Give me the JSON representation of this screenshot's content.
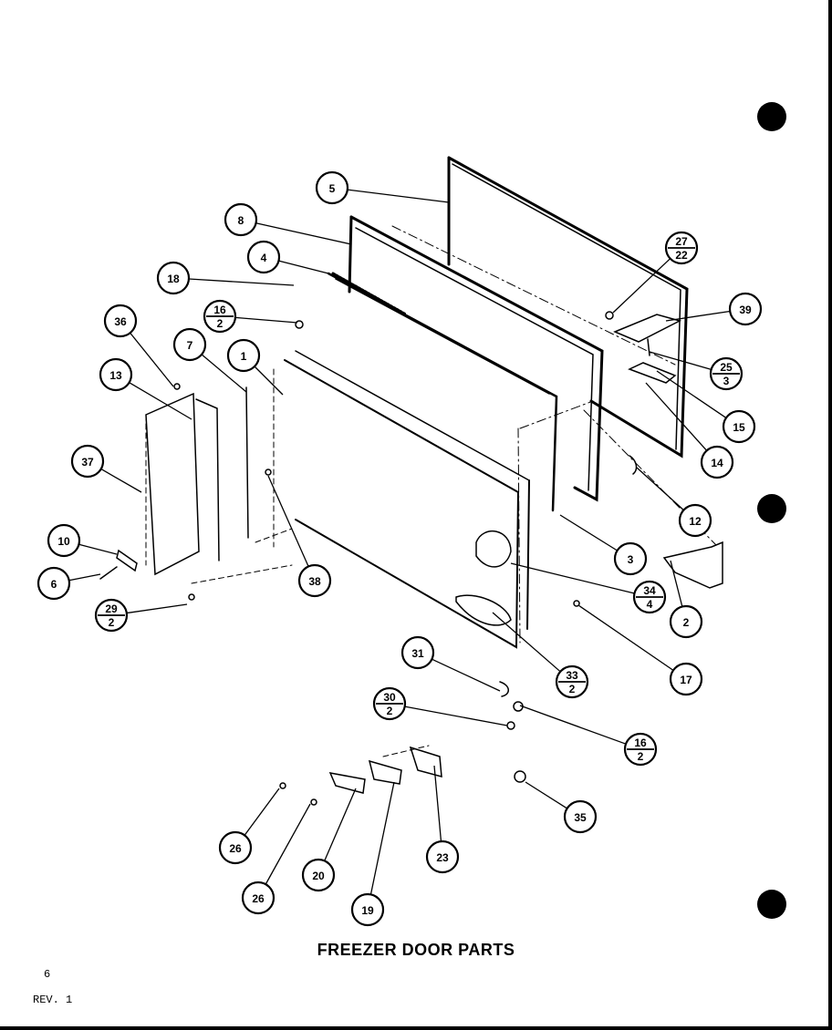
{
  "title": "FREEZER DOOR PARTS",
  "page_number": "6",
  "revision": "REV. 1",
  "callouts": [
    {
      "id": "5",
      "label": "5"
    },
    {
      "id": "8a",
      "label": "8"
    },
    {
      "id": "4",
      "label": "4"
    },
    {
      "id": "18",
      "label": "18"
    },
    {
      "id": "16a",
      "label": "16",
      "qty": "2"
    },
    {
      "id": "36",
      "label": "36"
    },
    {
      "id": "7",
      "label": "7"
    },
    {
      "id": "1",
      "label": "1"
    },
    {
      "id": "13",
      "label": "13"
    },
    {
      "id": "37",
      "label": "37"
    },
    {
      "id": "10",
      "label": "10"
    },
    {
      "id": "6",
      "label": "6"
    },
    {
      "id": "29",
      "label": "29",
      "qty": "2"
    },
    {
      "id": "38",
      "label": "38"
    },
    {
      "id": "27",
      "label": "27",
      "qty": "22"
    },
    {
      "id": "39",
      "label": "39"
    },
    {
      "id": "25",
      "label": "25",
      "qty": "3"
    },
    {
      "id": "15",
      "label": "15"
    },
    {
      "id": "14",
      "label": "14"
    },
    {
      "id": "12",
      "label": "12"
    },
    {
      "id": "3",
      "label": "3"
    },
    {
      "id": "34",
      "label": "34",
      "qty": "4"
    },
    {
      "id": "2",
      "label": "2"
    },
    {
      "id": "17",
      "label": "17"
    },
    {
      "id": "33",
      "label": "33",
      "qty": "2"
    },
    {
      "id": "31",
      "label": "31"
    },
    {
      "id": "30",
      "label": "30",
      "qty": "2"
    },
    {
      "id": "16b",
      "label": "16",
      "qty": "2"
    },
    {
      "id": "35",
      "label": "35"
    },
    {
      "id": "23",
      "label": "23"
    },
    {
      "id": "26a",
      "label": "26"
    },
    {
      "id": "26b",
      "label": "26"
    },
    {
      "id": "20",
      "label": "20"
    },
    {
      "id": "19",
      "label": "19"
    }
  ]
}
